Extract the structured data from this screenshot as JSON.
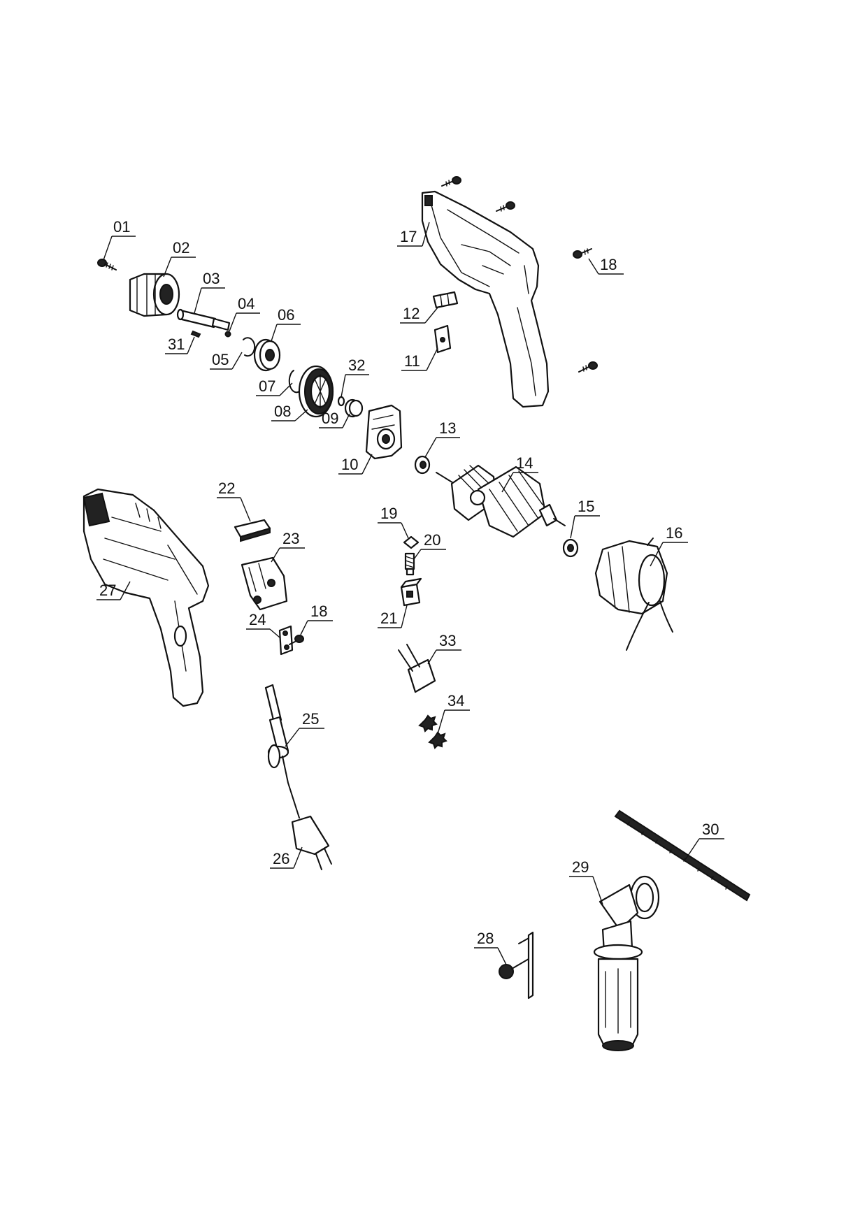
{
  "diagram": {
    "labels": {
      "p01": "01",
      "p02": "02",
      "p03": "03",
      "p04": "04",
      "p05": "05",
      "p06": "06",
      "p07": "07",
      "p08": "08",
      "p09": "09",
      "p10": "10",
      "p11": "11",
      "p12": "12",
      "p13": "13",
      "p14": "14",
      "p15": "15",
      "p16": "16",
      "p17": "17",
      "p18a": "18",
      "p18b": "18",
      "p19": "19",
      "p20": "20",
      "p21": "21",
      "p22": "22",
      "p23": "23",
      "p24": "24",
      "p25": "25",
      "p26": "26",
      "p27": "27",
      "p28": "28",
      "p29": "29",
      "p30": "30",
      "p31": "31",
      "p32": "32",
      "p33": "33",
      "p34": "34"
    }
  }
}
